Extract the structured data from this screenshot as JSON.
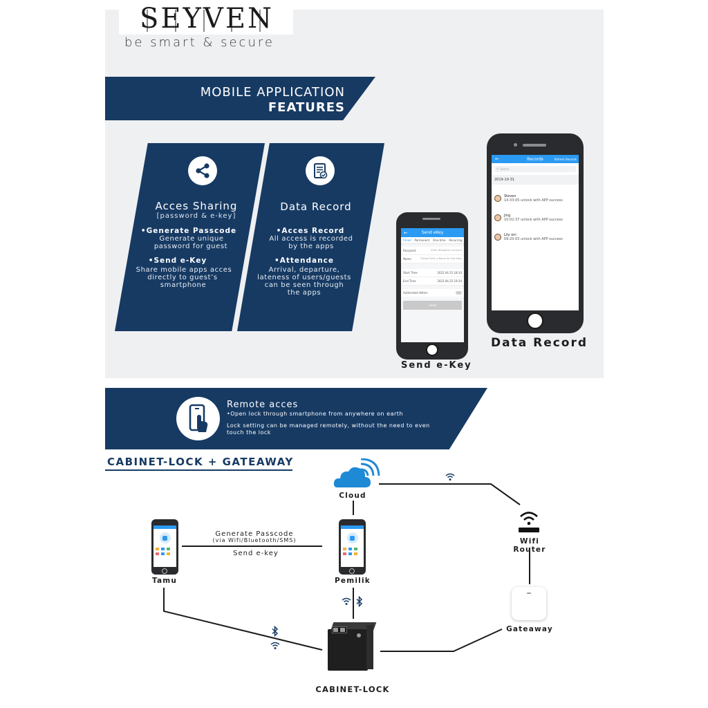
{
  "brand": {
    "name": "SEYVEN",
    "tagline": "be smart & secure"
  },
  "features_banner": {
    "line1": "MOBILE APPLICATION",
    "line2": "FEATURES"
  },
  "cards": {
    "sharing": {
      "title": "Acces Sharing",
      "subtitle": "[password & e-key]",
      "b1": "•Generate Passcode",
      "d1a": "Generate unique",
      "d1b": "password for guest",
      "b2": "•Send e-Key",
      "d2a": "Share mobile apps acces",
      "d2b": "directly to guest’s",
      "d2c": "smartphone"
    },
    "record": {
      "title": "Data Record",
      "b1": "•Acces Record",
      "d1a": "All access is recorded",
      "d1b": "by the apps",
      "b2": "•Attendance",
      "d2a": "Arrival, departure,",
      "d2b": "lateness of users/guests",
      "d2c": "can be seen through",
      "d2d": "the apps"
    }
  },
  "ekey_phone": {
    "caption": "Send e-Key",
    "app_title": "Send eKey",
    "tabs": [
      "Timed",
      "Permanent",
      "One-time",
      "Recurring"
    ],
    "rows": [
      {
        "label": "Recipient",
        "value": "Enter Recipient's Account"
      },
      {
        "label": "Name",
        "value": "Please Enter a Name for this eKey"
      },
      {
        "label": "Start Time",
        "value": "2022.04.25 18:34"
      },
      {
        "label": "End Time",
        "value": "2022.04.25 19:34"
      },
      {
        "label": "Authorized Admin",
        "value": ""
      }
    ],
    "send_label": "Send"
  },
  "records_phone": {
    "caption": "Data Record",
    "app_title": "Records",
    "refresh": "Refresh Records",
    "search": "Search",
    "date": "2019-10-31",
    "entries": [
      {
        "name": "Steven",
        "detail": "14:33:05 unlock with APP success"
      },
      {
        "name": "Jing",
        "detail": "10:02:37 unlock with APP success"
      },
      {
        "name": "Lily oni",
        "detail": "09:20:03 unlock with APP success"
      }
    ]
  },
  "remote": {
    "title": "Remote acces",
    "b1": "•Open lock through smartphone from anywhere on earth",
    "b2": "Lock setting can be managed remotely, without the need to even touch the lock"
  },
  "diagram": {
    "title": "CABINET-LOCK + GATEAWAY",
    "nodes": {
      "cloud": "Cloud",
      "router": "Wifi Router",
      "tamu": "Tamu",
      "pemilik": "Pemilik",
      "gateway": "Gateaway",
      "lock": "CABINET-LOCK"
    },
    "edge_top": "Generate Passcode",
    "edge_sub": "(via Wifi/Bluetooth/SMS)",
    "edge_bottom": "Send e-key"
  }
}
